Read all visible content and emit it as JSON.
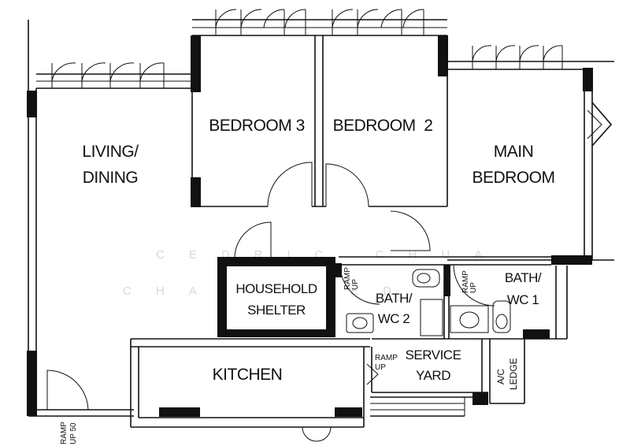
{
  "rooms": {
    "living_dining": [
      "LIVING/",
      "DINING"
    ],
    "bedroom_3": "BEDROOM 3",
    "bedroom_2": "BEDROOM  2",
    "main_bedroom": [
      "MAIN",
      "BEDROOM"
    ],
    "household_shelter": [
      "HOUSEHOLD",
      "SHELTER"
    ],
    "bath_wc_2": [
      "BATH/",
      "WC 2"
    ],
    "bath_wc_1": [
      "BATH/",
      "WC 1"
    ],
    "kitchen": "KITCHEN",
    "service_yard": [
      "SERVICE",
      "YARD"
    ],
    "ac_ledge": [
      "A/C",
      "LEDGE"
    ]
  },
  "ramps": {
    "bath2": [
      "RAMP",
      "UP"
    ],
    "bath1": [
      "RAMP",
      "UP"
    ],
    "yard": [
      "RAMP",
      "UP"
    ],
    "entrance": [
      "RAMP",
      "UP 50"
    ]
  },
  "watermark": {
    "line1": "CEDRIC CHUA",
    "line2": "CHARTERED"
  }
}
